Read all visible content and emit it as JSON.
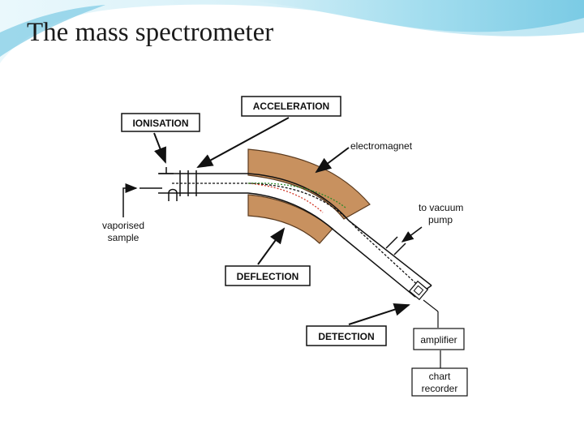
{
  "slide": {
    "title": "The mass spectrometer"
  },
  "diagram": {
    "labels": {
      "ionisation": "IONISATION",
      "acceleration": "ACCELERATION",
      "deflection": "DEFLECTION",
      "detection": "DETECTION",
      "electromagnet": "electromagnet",
      "vacuum_line1": "to vacuum",
      "vacuum_line2": "pump",
      "sample_line1": "vaporised",
      "sample_line2": "sample",
      "amplifier": "amplifier",
      "recorder_line1": "chart",
      "recorder_line2": "recorder"
    },
    "colors": {
      "magnet": "#c8915f",
      "magnet_edge": "#5a3a1e",
      "ink": "#111111",
      "beam_red": "#d23a2a",
      "beam_green": "#2a8a2a",
      "header_swoosh": "#8fd3ea"
    }
  }
}
